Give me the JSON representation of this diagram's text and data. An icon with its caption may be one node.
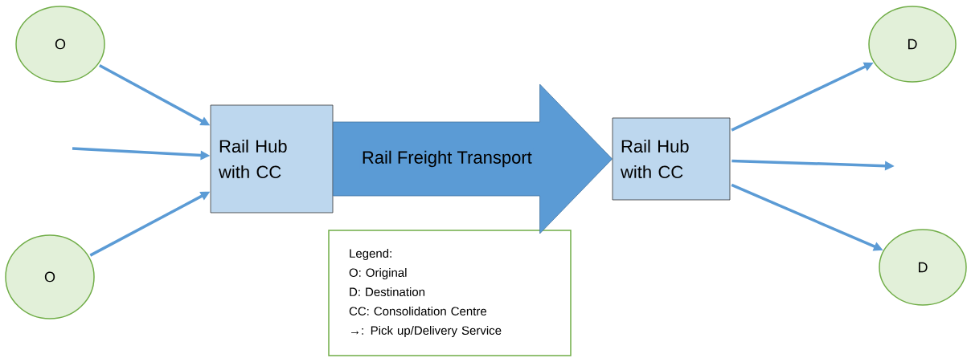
{
  "diagram": {
    "nodes": [
      {
        "text": [
          "O"
        ]
      },
      {
        "text": [
          "O"
        ]
      },
      {
        "text": [
          "Rail Hub with CC"
        ]
      },
      {
        "text": [
          "Rail Hub with CC"
        ]
      },
      {
        "text": [
          "D"
        ]
      },
      {
        "text": [
          "D"
        ]
      },
      {
        "text": [
          "Legend:",
          "O: Original",
          "D: Destination",
          "CC: Consolidation Centre",
          "→: Pick up/Delivery Service"
        ]
      }
    ],
    "edges": [
      {
        "from": 0,
        "to": 2,
        "arrow": "to"
      },
      {
        "from": null,
        "to": 2,
        "arrow": "to"
      },
      {
        "from": 1,
        "to": 2,
        "arrow": "to"
      },
      {
        "from": 2,
        "to": 3,
        "arrow": "to",
        "label": "Rail Freight Transport",
        "style": "thick"
      },
      {
        "from": 3,
        "to": 4,
        "arrow": "to"
      },
      {
        "from": 3,
        "to": null,
        "arrow": "to"
      },
      {
        "from": 3,
        "to": 5,
        "arrow": "to"
      }
    ]
  }
}
